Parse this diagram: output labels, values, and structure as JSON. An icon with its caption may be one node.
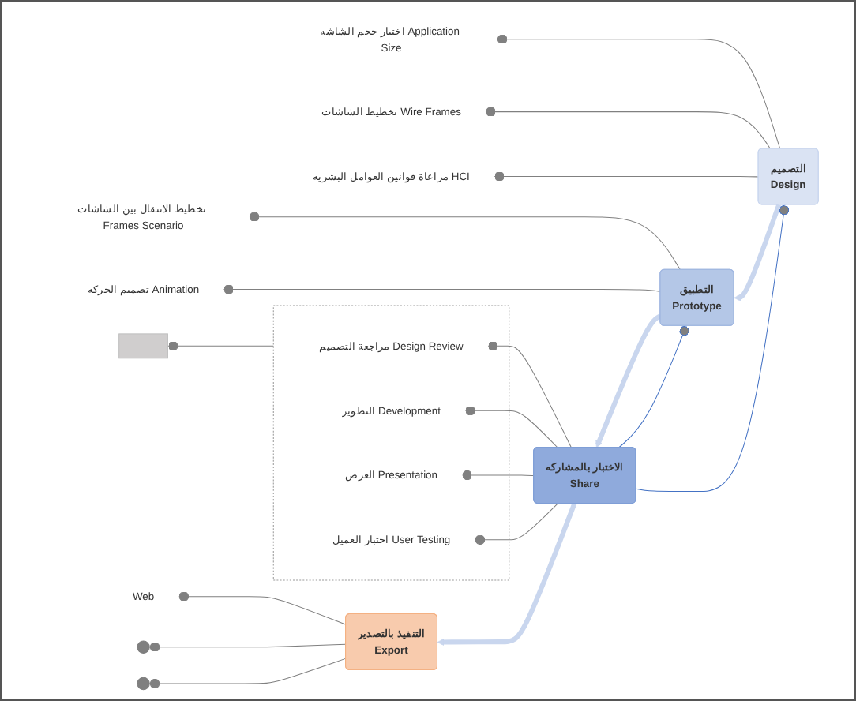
{
  "diagram": {
    "nodes": [
      {
        "text": [
          "اختيار حجم الشاشه Application Size"
        ]
      },
      {
        "text": [
          "تخطيط الشاشات Wire Frames"
        ]
      },
      {
        "text": [
          "مراعاة قوانين العوامل البشريه HCI"
        ]
      },
      {
        "text": [
          "التصميم",
          "Design"
        ]
      },
      {
        "text": [
          "تخطيط الانتقال بين الشاشات Frames Scenario"
        ]
      },
      {
        "text": [
          "تصميم الحركه Animation"
        ]
      },
      {
        "text": [
          "التطبيق",
          "Prototype"
        ]
      },
      {
        "text": [],
        "shape": "box"
      },
      {
        "text": [],
        "shape": "box"
      },
      {
        "text": [
          "مراجعة التصميم Design Review"
        ],
        "in": 8
      },
      {
        "text": [
          "التطوير Development"
        ],
        "in": 8
      },
      {
        "text": [
          "العرض Presentation"
        ],
        "in": 8
      },
      {
        "text": [
          "اختبار العميل User Testing"
        ],
        "in": 8
      },
      {
        "text": [
          "الاختبار بالمشاركه",
          "Share"
        ]
      },
      {
        "text": [
          "Web"
        ]
      },
      {
        "text": [],
        "shape": "circle"
      },
      {
        "text": [
          "التنفيذ بالتصدير",
          "Export"
        ]
      },
      {
        "text": [],
        "shape": "circle"
      }
    ],
    "edges": [
      {
        "from": 0,
        "to": 3,
        "arrow": "other"
      },
      {
        "from": 1,
        "to": 3,
        "arrow": "other"
      },
      {
        "from": 2,
        "to": 3,
        "arrow": "other"
      },
      {
        "from": 3,
        "to": 6,
        "arrow": "to",
        "style": "thick",
        "color": "#c9d6ee"
      },
      {
        "from": 4,
        "to": 6,
        "arrow": "other"
      },
      {
        "from": 5,
        "to": 6,
        "arrow": "other"
      },
      {
        "from": 6,
        "to": 13,
        "arrow": "to",
        "style": "thick",
        "color": "#c9d6ee"
      },
      {
        "from": 7,
        "to": 8,
        "arrow": "other"
      },
      {
        "from": 9,
        "to": 13,
        "arrow": "other"
      },
      {
        "from": 10,
        "to": 13,
        "arrow": "other"
      },
      {
        "from": 11,
        "to": 13,
        "arrow": "other"
      },
      {
        "from": 12,
        "to": 13,
        "arrow": "other"
      },
      {
        "from": 3,
        "to": 13,
        "arrow": "other",
        "color": "#4472c4"
      },
      {
        "from": 6,
        "to": 13,
        "arrow": "other",
        "color": "#4472c4"
      },
      {
        "from": 13,
        "to": 16,
        "arrow": "to",
        "style": "thick",
        "color": "#c9d6ee"
      },
      {
        "from": 14,
        "to": 16,
        "arrow": "other"
      },
      {
        "from": 15,
        "to": 16,
        "arrow": "other"
      },
      {
        "from": 17,
        "to": 16,
        "arrow": "other"
      }
    ]
  }
}
